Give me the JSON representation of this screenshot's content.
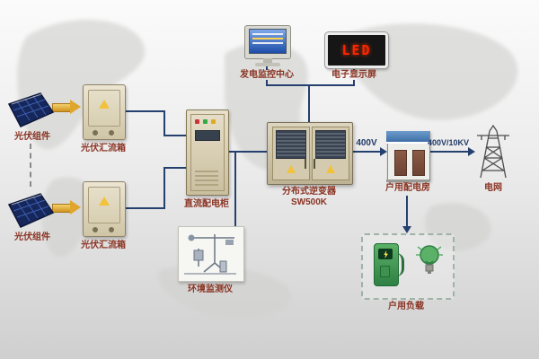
{
  "nodes": {
    "pv1": {
      "label": "光伏组件"
    },
    "pv2": {
      "label": "光伏组件"
    },
    "combiner1": {
      "label": "光伏汇流箱"
    },
    "combiner2": {
      "label": "光伏汇流箱"
    },
    "dc_cabinet": {
      "label": "直流配电柜"
    },
    "inverter": {
      "label": "分布式逆变器",
      "model": "SW500K"
    },
    "monitor_center": {
      "label": "发电监控中心"
    },
    "led_display": {
      "label": "电子显示屏",
      "screen_text": "LED"
    },
    "dist_room": {
      "label": "户用配电房"
    },
    "grid": {
      "label": "电网"
    },
    "env_monitor": {
      "label": "环境监测仪"
    },
    "load": {
      "label": "户用负载"
    }
  },
  "edges": {
    "inverter_to_room_label": "400V",
    "room_to_grid_label": "400V/10KV"
  },
  "colors": {
    "connector": "#24406e",
    "label_red": "#8a3322",
    "arrow_gold": "#d89a27",
    "led_red": "#ff2400",
    "load_green": "#4a9e5c",
    "roof_blue": "#4f7fba",
    "cabinet_beige": "#d8cfb6"
  }
}
